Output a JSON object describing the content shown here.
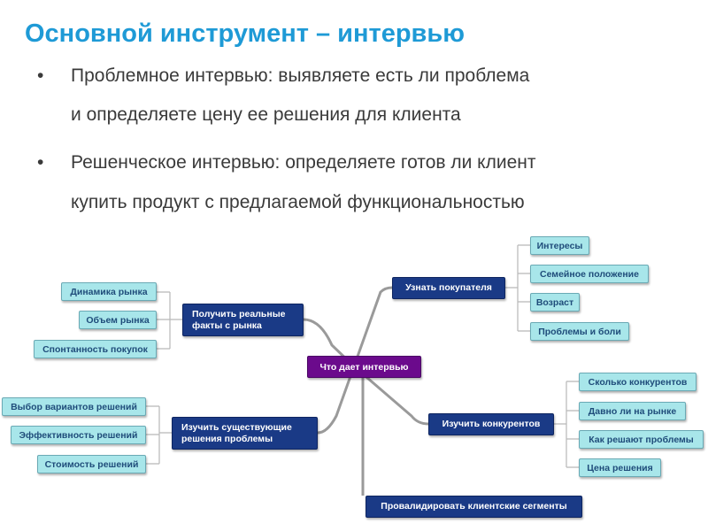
{
  "title": "Основной инструмент – интервью",
  "bullets": [
    {
      "lines": [
        "Проблемное интервью: выявляете есть ли проблема",
        "и определяете цену ее решения для клиента"
      ]
    },
    {
      "lines": [
        "Решенческое интервью: определяете готов ли клиент",
        "купить продукт с предлагаемой функциональностью"
      ]
    }
  ],
  "bullet_glyph": "•",
  "mindmap": {
    "center": "Что дает интервью",
    "branches": {
      "facts": {
        "label": "Получить реальные факты с рынка",
        "children": [
          "Динамика рынка",
          "Объем рынка",
          "Спонтанность покупок"
        ]
      },
      "solutions": {
        "label": "Изучить существующие решения проблемы",
        "children": [
          "Выбор вариантов решений",
          "Эффективность решений",
          "Стоимость решений"
        ]
      },
      "buyer": {
        "label": "Узнать покупателя",
        "children": [
          "Интересы",
          "Семейное положение",
          "Возраст",
          "Проблемы и боли"
        ]
      },
      "competitors": {
        "label": "Изучить конкурентов",
        "children": [
          "Сколько конкурентов",
          "Давно ли на рынке",
          "Как решают проблемы",
          "Цена решения"
        ]
      },
      "validate": {
        "label": "Провалидировать клиентские сегменты"
      }
    }
  },
  "colors": {
    "title": "#1e9ad6",
    "main_node": "#1a3a86",
    "center_node": "#6b0a8c",
    "leaf_node": "#a8e6ea"
  }
}
